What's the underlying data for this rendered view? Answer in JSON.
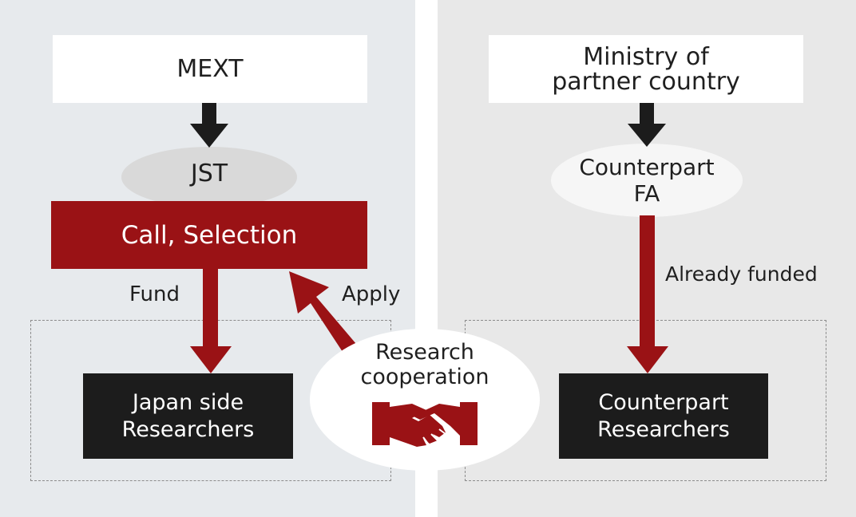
{
  "left": {
    "ministry": "MEXT",
    "agency": "JST",
    "process": "Call, Selection",
    "fund_label": "Fund",
    "apply_label": "Apply",
    "researchers": "Japan side\nResearchers"
  },
  "center": {
    "cooperation": "Research\ncooperation",
    "icon": "handshake-icon"
  },
  "right": {
    "ministry": "Ministry of\npartner country",
    "agency": "Counterpart\nFA",
    "funded_label": "Already funded",
    "researchers": "Counterpart\nResearchers"
  },
  "colors": {
    "red": "#9a1215",
    "black": "#1c1c1c",
    "left_bg": "#e7eaed",
    "right_bg": "#e8e8e8"
  }
}
